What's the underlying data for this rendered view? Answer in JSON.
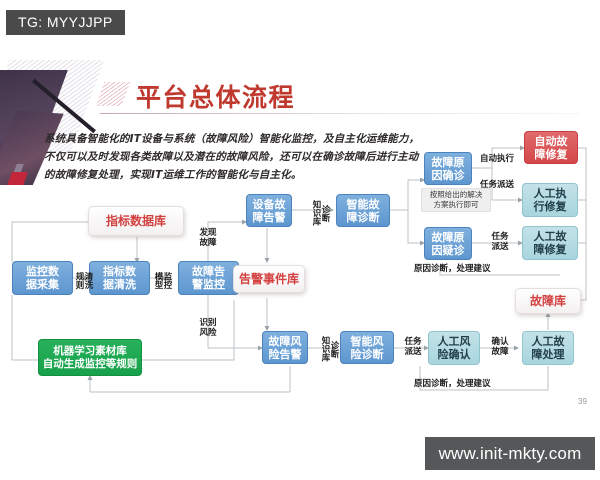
{
  "tag": {
    "label": "TG: MYYJJPP"
  },
  "watermark": {
    "url": "www.init-mkty.com",
    "page_number": "39"
  },
  "header": {
    "title": "平台总体流程"
  },
  "paragraph": {
    "line1": "系统具备智能化的IT设备与系统（故障风险）智能化监控，及自主化运维能力，",
    "line2": "不仅可以及时发现各类故障以及潜在的故障风险，还可以在确诊故障后进行主动",
    "line3": "的故障修复处理，实现IT运维工作的智能化与自主化。"
  },
  "nodes": {
    "metric_db": "指标数据库",
    "monitor_collect": "监控数\n据采集",
    "metric_clean": "指标数\n据清洗",
    "fault_alarm_monitor": "故障告\n警监控",
    "ml_library": "机器学习素材库\n自动生成监控等规则",
    "device_fault_alarm": "设备故\n障告警",
    "smart_fault_diag": "智能故\n障诊断",
    "alarm_event_db": "告警事件库",
    "risk_alarm": "故障风\n险告警",
    "smart_risk_diag": "智能风\n险诊断",
    "cause_confirmed": "故障原\n因确诊",
    "cause_suspected": "故障原\n因疑诊",
    "auto_fault_repair": "自动故\n障修复",
    "manual_exec_repair": "人工执\n行修复",
    "manual_fault_repair": "人工故\n障修复",
    "manual_risk_confirm": "人工风\n险确认",
    "manual_fault_handle": "人工故\n障处理",
    "fault_db": "故障库",
    "note_solution": "按照给出的解决\n方案执行即可"
  },
  "edge_labels": {
    "clean_rule": "清洗\n规则",
    "monitor_model": "监控\n模型",
    "find_fault": "发现\n故障",
    "identify_risk": "识别\n风险",
    "diag_kb_top": "诊断\n知识库",
    "diag_kb_bottom": "诊断\n知识库",
    "auto_execute": "自动执行",
    "task_dispatch_1": "任务派送",
    "task_dispatch_2": "任务\n派送",
    "task_dispatch_3": "任务\n派送",
    "confirm_fault": "确认\n故障",
    "cause_advice_top": "原因诊断，处理建议",
    "cause_advice_bottom": "原因诊断，处理建议"
  },
  "colors": {
    "accent_red": "#c0392f",
    "node_blue": "#5d96cf",
    "node_green": "#17a04b",
    "node_red": "#d4484b",
    "node_teal": "#a9d5de",
    "store_text": "#d2403f",
    "wire": "#b9c0c4"
  }
}
